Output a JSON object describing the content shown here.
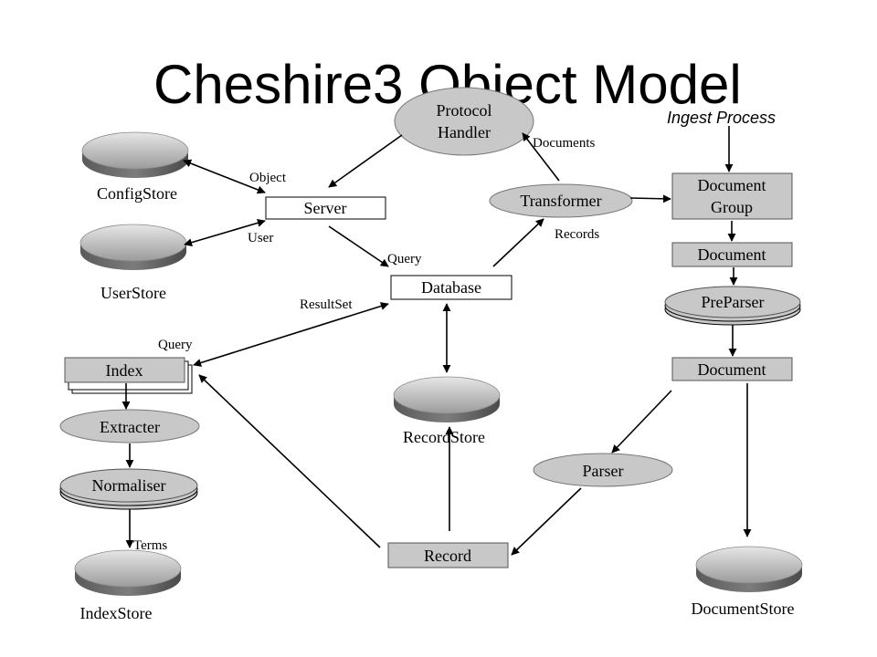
{
  "title": "Cheshire3 Object Model",
  "ingest_label": "Ingest Process",
  "stores": {
    "config": "ConfigStore",
    "user": "UserStore",
    "record": "RecordStore",
    "index": "IndexStore",
    "document": "DocumentStore"
  },
  "nodes": {
    "protocol_handler": [
      "Protocol",
      "Handler"
    ],
    "server": "Server",
    "database": "Database",
    "transformer": "Transformer",
    "document_group": [
      "Document",
      "Group"
    ],
    "document_top": "Document",
    "preparser": "PreParser",
    "document_mid": "Document",
    "parser": "Parser",
    "record": "Record",
    "index": "Index",
    "extracter": "Extracter",
    "normaliser": "Normaliser"
  },
  "edge_labels": {
    "object": "Object",
    "user": "User",
    "query_db": "Query",
    "resultset": "ResultSet",
    "query_index": "Query",
    "documents": "Documents",
    "records": "Records",
    "terms": "Terms"
  }
}
